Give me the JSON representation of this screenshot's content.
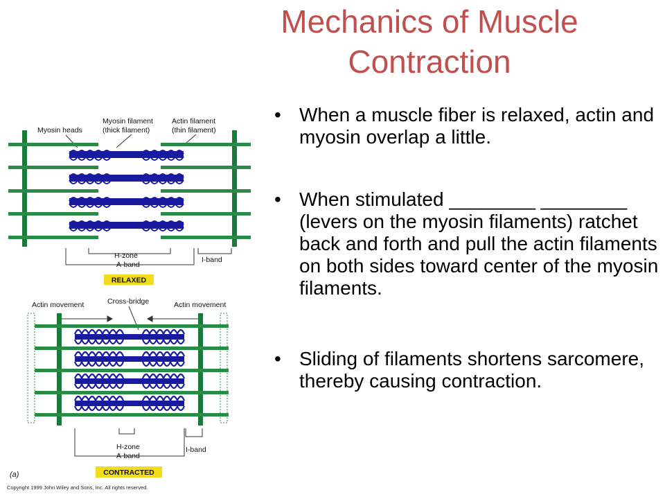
{
  "slide": {
    "title_line1": "Mechanics of Muscle",
    "title_line2": "Contraction",
    "bullets": [
      "When a muscle fiber is relaxed, actin and myosin overlap a little.",
      "When stimulated ________ ________ (levers on the myosin filaments) ratchet back and forth and pull the actin filaments on both sides toward center of the myosin filaments.",
      "Sliding of filaments shortens sarcomere, thereby causing contraction."
    ]
  },
  "figure": {
    "relaxed": {
      "label_myosin_heads": "Myosin heads",
      "label_myosin_filament": "Myosin filament",
      "label_thick": "(thick filament)",
      "label_actin_filament": "Actin filament",
      "label_thin": "(thin filament)",
      "label_hzone": "H-zone",
      "label_aband": "A-band",
      "label_iband": "I-band",
      "caption": "RELAXED"
    },
    "contracted": {
      "label_actin_movement_left": "Actin movement",
      "label_cross_bridge": "Cross-bridge",
      "label_actin_movement_right": "Actin movement",
      "label_hzone": "H-zone",
      "label_aband": "A-band",
      "label_iband": "I-band",
      "caption": "CONTRACTED"
    },
    "panel_label": "(a)",
    "copyright": "Copyright 1999 John Wiley and Sons, Inc. All rights reserved.",
    "colors": {
      "actin": "#1a7a3a",
      "myosin": "#1a1aa0",
      "caption_bg": "#f2dc1c"
    }
  }
}
